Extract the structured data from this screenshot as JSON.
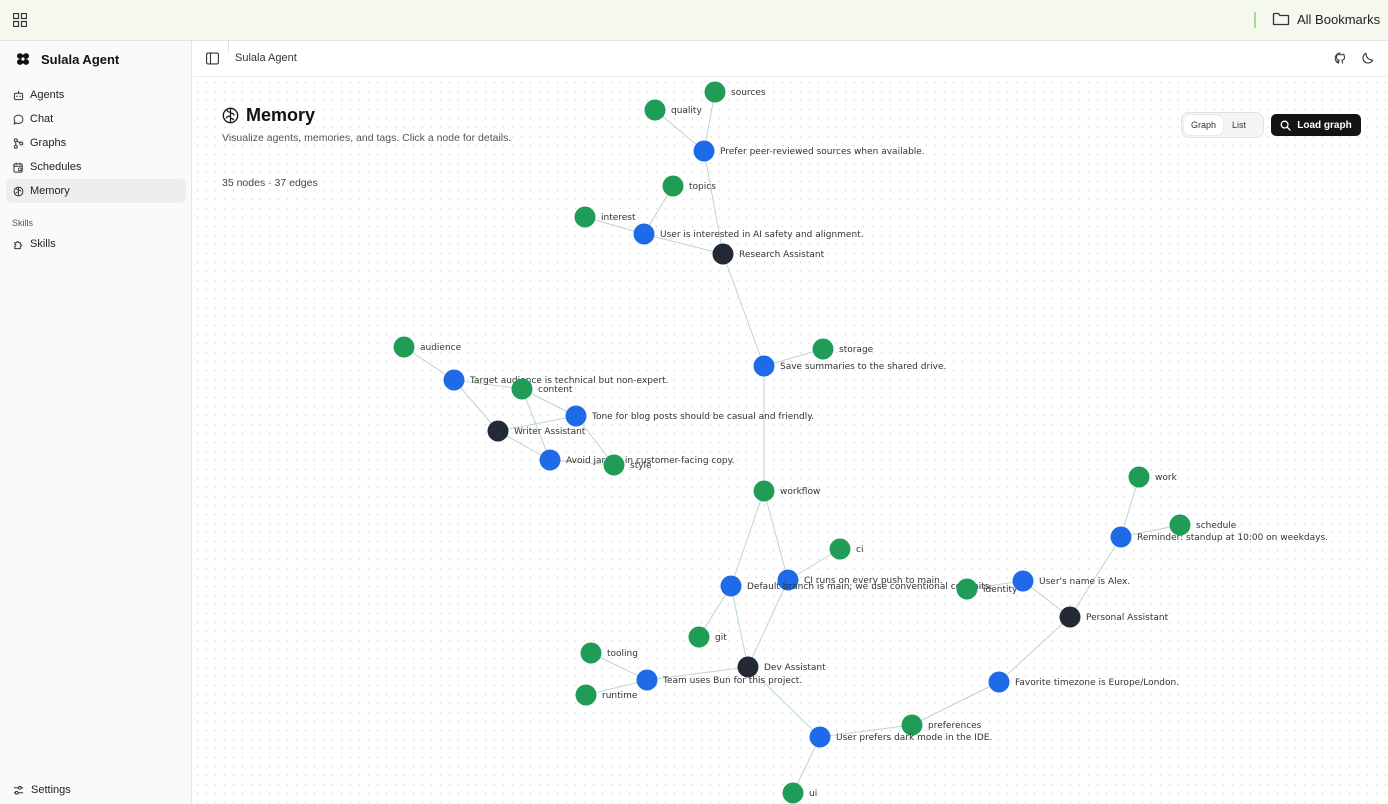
{
  "topbar": {
    "bookmarks_label": "All Bookmarks"
  },
  "sidebar": {
    "brand": "Sulala Agent",
    "items": [
      {
        "label": "Agents",
        "icon": "robot-icon"
      },
      {
        "label": "Chat",
        "icon": "chat-bubble-icon"
      },
      {
        "label": "Graphs",
        "icon": "graph-icon"
      },
      {
        "label": "Schedules",
        "icon": "calendar-clock-icon"
      },
      {
        "label": "Memory",
        "icon": "brain-icon",
        "active": true
      }
    ],
    "section_label": "Skills",
    "section_items": [
      {
        "label": "Skills",
        "icon": "puzzle-icon"
      }
    ],
    "settings_label": "Settings"
  },
  "header": {
    "title": "Sulala Agent"
  },
  "page": {
    "title": "Memory",
    "subtitle": "Visualize agents, memories, and tags. Click a node for details.",
    "counts": "35 nodes · 37 edges",
    "view_tabs": [
      "Graph",
      "List"
    ],
    "active_tab": "Graph",
    "load_button": "Load graph"
  },
  "colors": {
    "agent": "#232a36",
    "memory": "#1f6ae8",
    "tag": "#1f9d57",
    "edge": "#b9d8cc"
  },
  "graph": {
    "nodes": [
      {
        "id": "sources",
        "type": "tag",
        "label": "sources"
      },
      {
        "id": "quality",
        "type": "tag",
        "label": "quality"
      },
      {
        "id": "m_peer",
        "type": "memory",
        "label": "Prefer peer-reviewed sources when available."
      },
      {
        "id": "topics",
        "type": "tag",
        "label": "topics"
      },
      {
        "id": "interest",
        "type": "tag",
        "label": "interest"
      },
      {
        "id": "m_ai",
        "type": "memory",
        "label": "User is interested in AI safety and alignment."
      },
      {
        "id": "research",
        "type": "agent",
        "label": "Research Assistant"
      },
      {
        "id": "storage",
        "type": "tag",
        "label": "storage"
      },
      {
        "id": "m_save",
        "type": "memory",
        "label": "Save summaries to the shared drive."
      },
      {
        "id": "audience",
        "type": "tag",
        "label": "audience"
      },
      {
        "id": "m_target",
        "type": "memory",
        "label": "Target audience is technical but non-expert."
      },
      {
        "id": "content",
        "type": "tag",
        "label": "content"
      },
      {
        "id": "m_tone",
        "type": "memory",
        "label": "Tone for blog posts should be casual and friendly."
      },
      {
        "id": "writer",
        "type": "agent",
        "label": "Writer Assistant"
      },
      {
        "id": "m_jargon",
        "type": "memory",
        "label": "Avoid jargon in customer-facing copy."
      },
      {
        "id": "style",
        "type": "tag",
        "label": "style"
      },
      {
        "id": "workflow",
        "type": "tag",
        "label": "workflow"
      },
      {
        "id": "work",
        "type": "tag",
        "label": "work"
      },
      {
        "id": "schedule",
        "type": "tag",
        "label": "schedule"
      },
      {
        "id": "m_standup",
        "type": "memory",
        "label": "Reminder: standup at 10:00 on weekdays."
      },
      {
        "id": "ci",
        "type": "tag",
        "label": "ci"
      },
      {
        "id": "m_ci",
        "type": "memory",
        "label": "CI runs on every push to main."
      },
      {
        "id": "m_branch",
        "type": "memory",
        "label": "Default branch is main; we use conventional commits."
      },
      {
        "id": "identity",
        "type": "tag",
        "label": "identity"
      },
      {
        "id": "m_name",
        "type": "memory",
        "label": "User's name is Alex."
      },
      {
        "id": "personal",
        "type": "agent",
        "label": "Personal Assistant"
      },
      {
        "id": "git",
        "type": "tag",
        "label": "git"
      },
      {
        "id": "tooling",
        "type": "tag",
        "label": "tooling"
      },
      {
        "id": "dev",
        "type": "agent",
        "label": "Dev Assistant"
      },
      {
        "id": "m_bun",
        "type": "memory",
        "label": "Team uses Bun for this project."
      },
      {
        "id": "runtime",
        "type": "tag",
        "label": "runtime"
      },
      {
        "id": "m_tz",
        "type": "memory",
        "label": "Favorite timezone is Europe/London."
      },
      {
        "id": "preferences",
        "type": "tag",
        "label": "preferences"
      },
      {
        "id": "m_dark",
        "type": "memory",
        "label": "User prefers dark mode in the IDE."
      },
      {
        "id": "ui",
        "type": "tag",
        "label": "ui"
      }
    ],
    "edges": [
      [
        "sources",
        "m_peer"
      ],
      [
        "quality",
        "m_peer"
      ],
      [
        "m_peer",
        "research"
      ],
      [
        "topics",
        "m_ai"
      ],
      [
        "interest",
        "m_ai"
      ],
      [
        "m_ai",
        "research"
      ],
      [
        "research",
        "m_save"
      ],
      [
        "storage",
        "m_save"
      ],
      [
        "m_save",
        "workflow"
      ],
      [
        "audience",
        "m_target"
      ],
      [
        "m_target",
        "writer"
      ],
      [
        "content",
        "m_target"
      ],
      [
        "content",
        "m_tone"
      ],
      [
        "m_tone",
        "writer"
      ],
      [
        "m_tone",
        "style"
      ],
      [
        "writer",
        "m_jargon"
      ],
      [
        "m_jargon",
        "style"
      ],
      [
        "content",
        "m_jargon"
      ],
      [
        "workflow",
        "m_branch"
      ],
      [
        "workflow",
        "m_ci"
      ],
      [
        "ci",
        "m_ci"
      ],
      [
        "m_ci",
        "dev"
      ],
      [
        "m_branch",
        "dev"
      ],
      [
        "git",
        "m_branch"
      ],
      [
        "tooling",
        "m_bun"
      ],
      [
        "runtime",
        "m_bun"
      ],
      [
        "m_bun",
        "dev"
      ],
      [
        "dev",
        "m_dark"
      ],
      [
        "m_dark",
        "preferences"
      ],
      [
        "m_dark",
        "ui"
      ],
      [
        "preferences",
        "m_tz"
      ],
      [
        "m_tz",
        "personal"
      ],
      [
        "personal",
        "m_name"
      ],
      [
        "identity",
        "m_name"
      ],
      [
        "personal",
        "m_standup"
      ],
      [
        "work",
        "m_standup"
      ],
      [
        "schedule",
        "m_standup"
      ]
    ]
  }
}
